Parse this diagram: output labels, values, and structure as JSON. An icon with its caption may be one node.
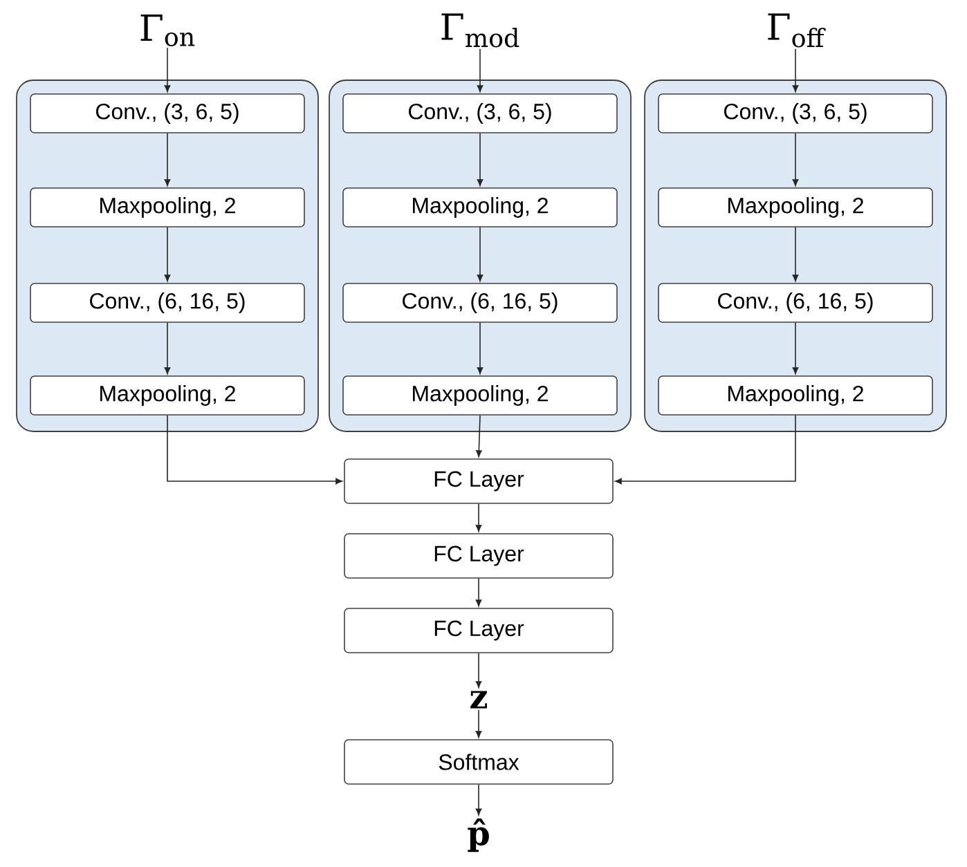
{
  "diagram": {
    "nodes": [
      {
        "text": [
          "Γ$_{on}$"
        ]
      },
      {
        "text": [
          "Γ$_{mod}$"
        ]
      },
      {
        "text": [
          "Γ$_{off}$"
        ]
      },
      {
        "text": [],
        "shape": "box"
      },
      {
        "text": [
          "Conv., (3, 6, 5)"
        ],
        "in": 3
      },
      {
        "text": [
          "Maxpooling, 2"
        ],
        "in": 3
      },
      {
        "text": [
          "Conv., (6, 16, 5)"
        ],
        "in": 3
      },
      {
        "text": [
          "Maxpooling, 2"
        ],
        "in": 3
      },
      {
        "text": [],
        "shape": "box"
      },
      {
        "text": [
          "Conv., (3, 6, 5)"
        ],
        "in": 8
      },
      {
        "text": [
          "Maxpooling, 2"
        ],
        "in": 8
      },
      {
        "text": [
          "Conv., (6, 16, 5)"
        ],
        "in": 8
      },
      {
        "text": [
          "Maxpooling, 2"
        ],
        "in": 8
      },
      {
        "text": [],
        "shape": "box"
      },
      {
        "text": [
          "Conv., (3, 6, 5)"
        ],
        "in": 13
      },
      {
        "text": [
          "Maxpooling, 2"
        ],
        "in": 13
      },
      {
        "text": [
          "Conv., (6, 16, 5)"
        ],
        "in": 13
      },
      {
        "text": [
          "Maxpooling, 2"
        ],
        "in": 13
      },
      {
        "text": [
          "FC Layer"
        ]
      },
      {
        "text": [
          "FC Layer"
        ]
      },
      {
        "text": [
          "FC Layer"
        ]
      },
      {
        "text": [
          "z"
        ]
      },
      {
        "text": [
          "Softmax"
        ]
      },
      {
        "text": [
          "p̂"
        ]
      }
    ],
    "edges": [
      {
        "from": 0,
        "to": 4,
        "arrow": "to"
      },
      {
        "from": 4,
        "to": 5,
        "arrow": "to"
      },
      {
        "from": 5,
        "to": 6,
        "arrow": "to"
      },
      {
        "from": 6,
        "to": 7,
        "arrow": "to"
      },
      {
        "from": 1,
        "to": 9,
        "arrow": "to"
      },
      {
        "from": 9,
        "to": 10,
        "arrow": "to"
      },
      {
        "from": 10,
        "to": 11,
        "arrow": "to"
      },
      {
        "from": 11,
        "to": 12,
        "arrow": "to"
      },
      {
        "from": 2,
        "to": 14,
        "arrow": "to"
      },
      {
        "from": 14,
        "to": 15,
        "arrow": "to"
      },
      {
        "from": 15,
        "to": 16,
        "arrow": "to"
      },
      {
        "from": 16,
        "to": 17,
        "arrow": "to"
      },
      {
        "from": 7,
        "to": 18,
        "arrow": "to"
      },
      {
        "from": 12,
        "to": 18,
        "arrow": "to"
      },
      {
        "from": 17,
        "to": 18,
        "arrow": "to"
      },
      {
        "from": 18,
        "to": 19,
        "arrow": "to"
      },
      {
        "from": 19,
        "to": 20,
        "arrow": "to"
      },
      {
        "from": 20,
        "to": 21,
        "arrow": "to"
      },
      {
        "from": 21,
        "to": 22,
        "arrow": "to"
      },
      {
        "from": 22,
        "to": 23,
        "arrow": "to"
      }
    ]
  }
}
